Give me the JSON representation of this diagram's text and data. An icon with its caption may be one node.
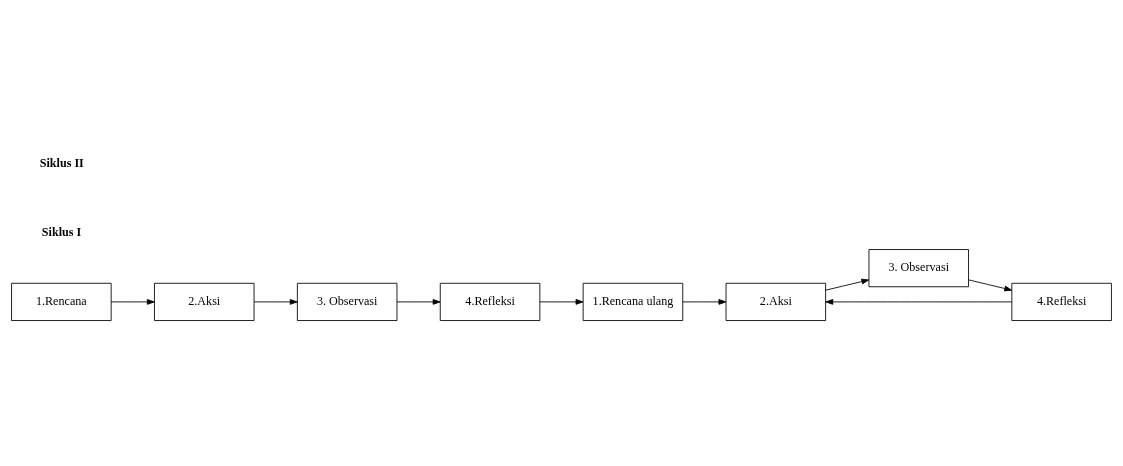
{
  "diagram": {
    "nodes": [
      {
        "text": [
          "1.Rencana"
        ]
      },
      {
        "text": [
          "2.Aksi"
        ]
      },
      {
        "text": [
          "3. Observasi"
        ]
      },
      {
        "text": [
          "4.Refleksi"
        ]
      },
      {
        "text": [
          "1.Rencana ulang"
        ]
      },
      {
        "text": [
          "2.Aksi"
        ]
      },
      {
        "text": [
          "3. Observasi"
        ]
      },
      {
        "text": [
          "4.Refleksi"
        ]
      }
    ],
    "edges": [
      {
        "from": 0,
        "to": 1,
        "arrow": "to"
      },
      {
        "from": 1,
        "to": 2,
        "arrow": "to"
      },
      {
        "from": 2,
        "to": 3,
        "arrow": "to"
      },
      {
        "from": 3,
        "to": 4,
        "arrow": "to"
      },
      {
        "from": 4,
        "to": 5,
        "arrow": "to"
      },
      {
        "from": 5,
        "to": 6,
        "arrow": "to"
      },
      {
        "from": 6,
        "to": 7,
        "arrow": "to"
      },
      {
        "from": 7,
        "to": 5,
        "arrow": "to"
      }
    ],
    "labels": [
      "Siklus I",
      "Siklus II"
    ]
  }
}
